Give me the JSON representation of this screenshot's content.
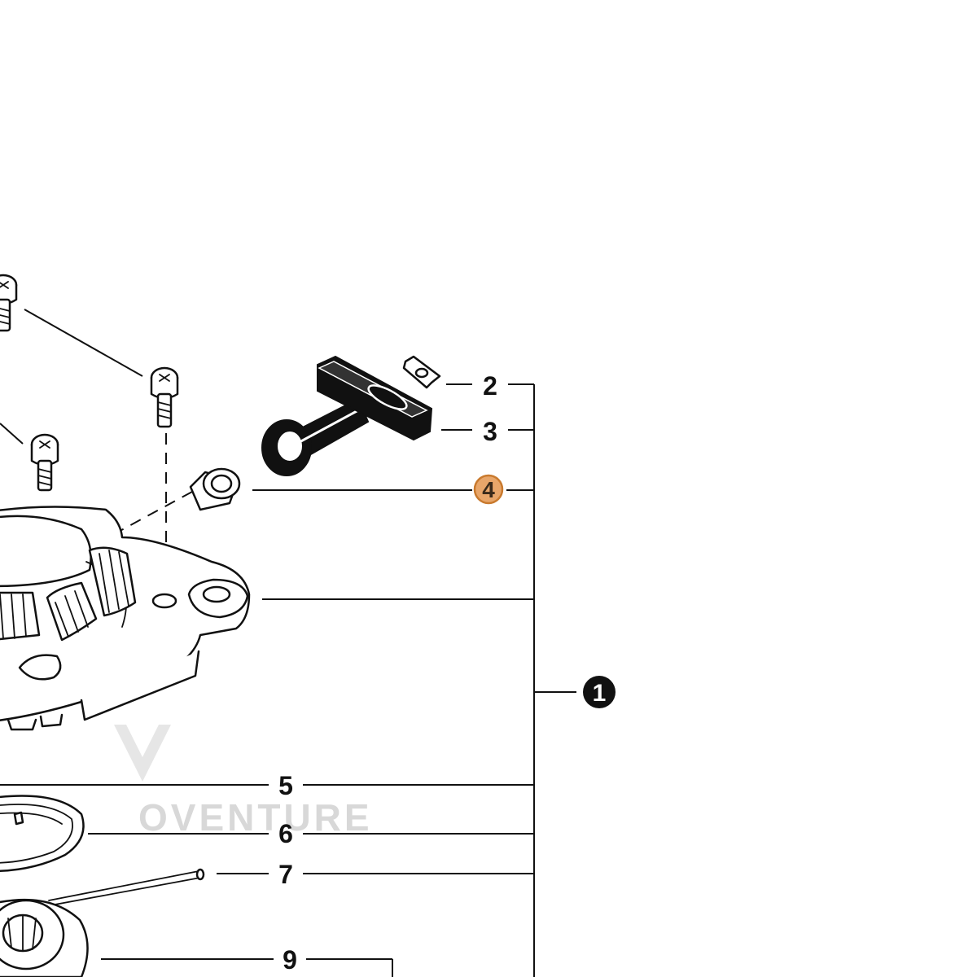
{
  "diagram": {
    "type": "exploded-parts-diagram",
    "callouts": {
      "assembly": "1",
      "c2": "2",
      "c3": "3",
      "c4": "4",
      "c5": "5",
      "c6": "6",
      "c7": "7",
      "c9": "9"
    },
    "highlighted_callout": "4",
    "watermark": "OVENTURE"
  },
  "colors": {
    "line": "#111111",
    "highlight_fill": "#e8a66a",
    "highlight_stroke": "#c97a2e",
    "assembly_badge": "#111111",
    "watermark": "#d8d8d8"
  }
}
